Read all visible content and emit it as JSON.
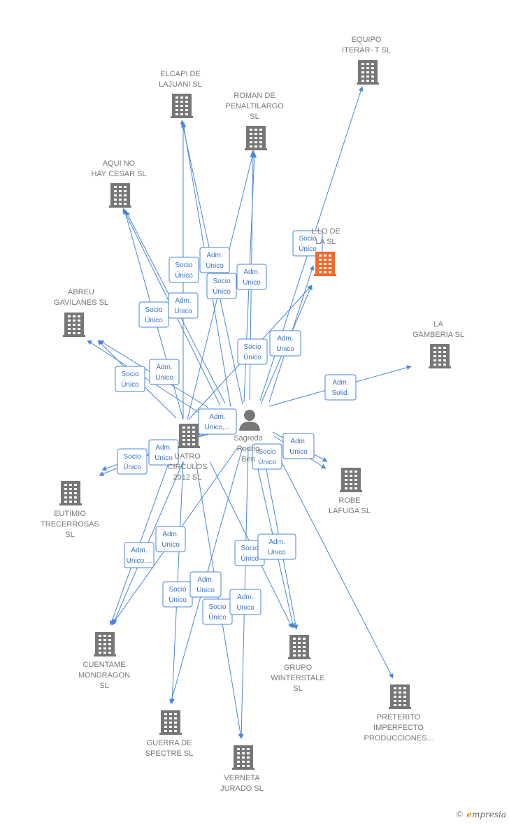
{
  "colors": {
    "company": "#777777",
    "highlight": "#f26a2c",
    "edge": "#4a86d8",
    "person": "#777777"
  },
  "person": {
    "id": "person",
    "label": [
      "Sagredo",
      "Rodrig",
      "Ben"
    ],
    "icon": "person-icon"
  },
  "nodes": [
    {
      "id": "equipo",
      "label": [
        "EQUIPO",
        "ITERAR- T  SL"
      ],
      "icon": "building-icon"
    },
    {
      "id": "elcapi",
      "label": [
        "ELCAPI DE",
        "LAJUANI  SL"
      ],
      "icon": "building-icon"
    },
    {
      "id": "roman",
      "label": [
        "ROMAN DE",
        "PENALTILARGO",
        "SL"
      ],
      "icon": "building-icon"
    },
    {
      "id": "aquino",
      "label": [
        "AQUI NO",
        "HAY CESAR  SL"
      ],
      "icon": "building-icon"
    },
    {
      "id": "lalo",
      "label": [
        "L  LO DE",
        "  LA  SL"
      ],
      "icon": "building-icon",
      "highlight": true
    },
    {
      "id": "abreu",
      "label": [
        "ABREU",
        "GAVILANES  SL"
      ],
      "icon": "building-icon"
    },
    {
      "id": "gamberia",
      "label": [
        "LA",
        "GAMBERIA SL"
      ],
      "icon": "building-icon"
    },
    {
      "id": "cuatro",
      "label": [
        "UATRO",
        "CIRCULOS",
        "2012 SL"
      ],
      "icon": "building-icon"
    },
    {
      "id": "robe",
      "label": [
        "ROBE",
        "LAFUGA  SL"
      ],
      "icon": "building-icon"
    },
    {
      "id": "eutimio",
      "label": [
        "EUTIMIO",
        "TRECERROSAS",
        "SL"
      ],
      "icon": "building-icon"
    },
    {
      "id": "cuentame",
      "label": [
        "CUENTAME",
        "MONDRAGON",
        "SL"
      ],
      "icon": "building-icon"
    },
    {
      "id": "grupo",
      "label": [
        "GRUPO",
        "WINTERSTALE",
        "SL"
      ],
      "icon": "building-icon"
    },
    {
      "id": "preterito",
      "label": [
        "PRETERITO",
        "IMPERFECTO",
        "PRODUCCIONES..."
      ],
      "icon": "building-icon"
    },
    {
      "id": "guerra",
      "label": [
        "GUERRA DE",
        "SPECTRE  SL"
      ],
      "icon": "building-icon"
    },
    {
      "id": "verneta",
      "label": [
        "VERNETA",
        "JURADO  SL"
      ],
      "icon": "building-icon"
    }
  ],
  "relations": [
    {
      "lines": [
        "Socio",
        "Único"
      ]
    },
    {
      "lines": [
        "Adm.",
        "Unico"
      ]
    },
    {
      "lines": [
        "Socio",
        "Único"
      ]
    },
    {
      "lines": [
        "Adm.",
        "Unico"
      ]
    },
    {
      "lines": [
        "Socio",
        "Único"
      ]
    },
    {
      "lines": [
        "Adm.",
        "Unico"
      ]
    },
    {
      "lines": [
        "Socio",
        "Único"
      ]
    },
    {
      "lines": [
        "Adm.",
        "Unico"
      ]
    },
    {
      "lines": [
        "Socio",
        "Único"
      ]
    },
    {
      "lines": [
        "Adm.",
        "Unico"
      ]
    },
    {
      "lines": [
        "Adm.",
        "Solid."
      ]
    },
    {
      "lines": [
        "Adm.",
        "Unico,..."
      ]
    },
    {
      "lines": [
        "Socio",
        "Único"
      ]
    },
    {
      "lines": [
        "Adm.",
        "Unico"
      ]
    },
    {
      "lines": [
        "Adm.",
        "Unico"
      ]
    },
    {
      "lines": [
        "Socio",
        "Único"
      ]
    },
    {
      "lines": [
        "Socio",
        "Único"
      ]
    },
    {
      "lines": [
        "Adm.",
        "Unico,..."
      ]
    },
    {
      "lines": [
        "Adm.",
        "Unico"
      ]
    },
    {
      "lines": [
        "Socio",
        "Único"
      ]
    },
    {
      "lines": [
        "Adm.",
        "Unico"
      ]
    },
    {
      "lines": [
        "Socio",
        "Único"
      ]
    },
    {
      "lines": [
        "Adm.",
        "Unico"
      ]
    },
    {
      "lines": [
        "Socio",
        "Único"
      ]
    },
    {
      "lines": [
        "Adm.",
        "Unico"
      ]
    }
  ],
  "footer": {
    "copyright": "©",
    "brand_initial": "e",
    "brand_rest": "mpresia"
  }
}
